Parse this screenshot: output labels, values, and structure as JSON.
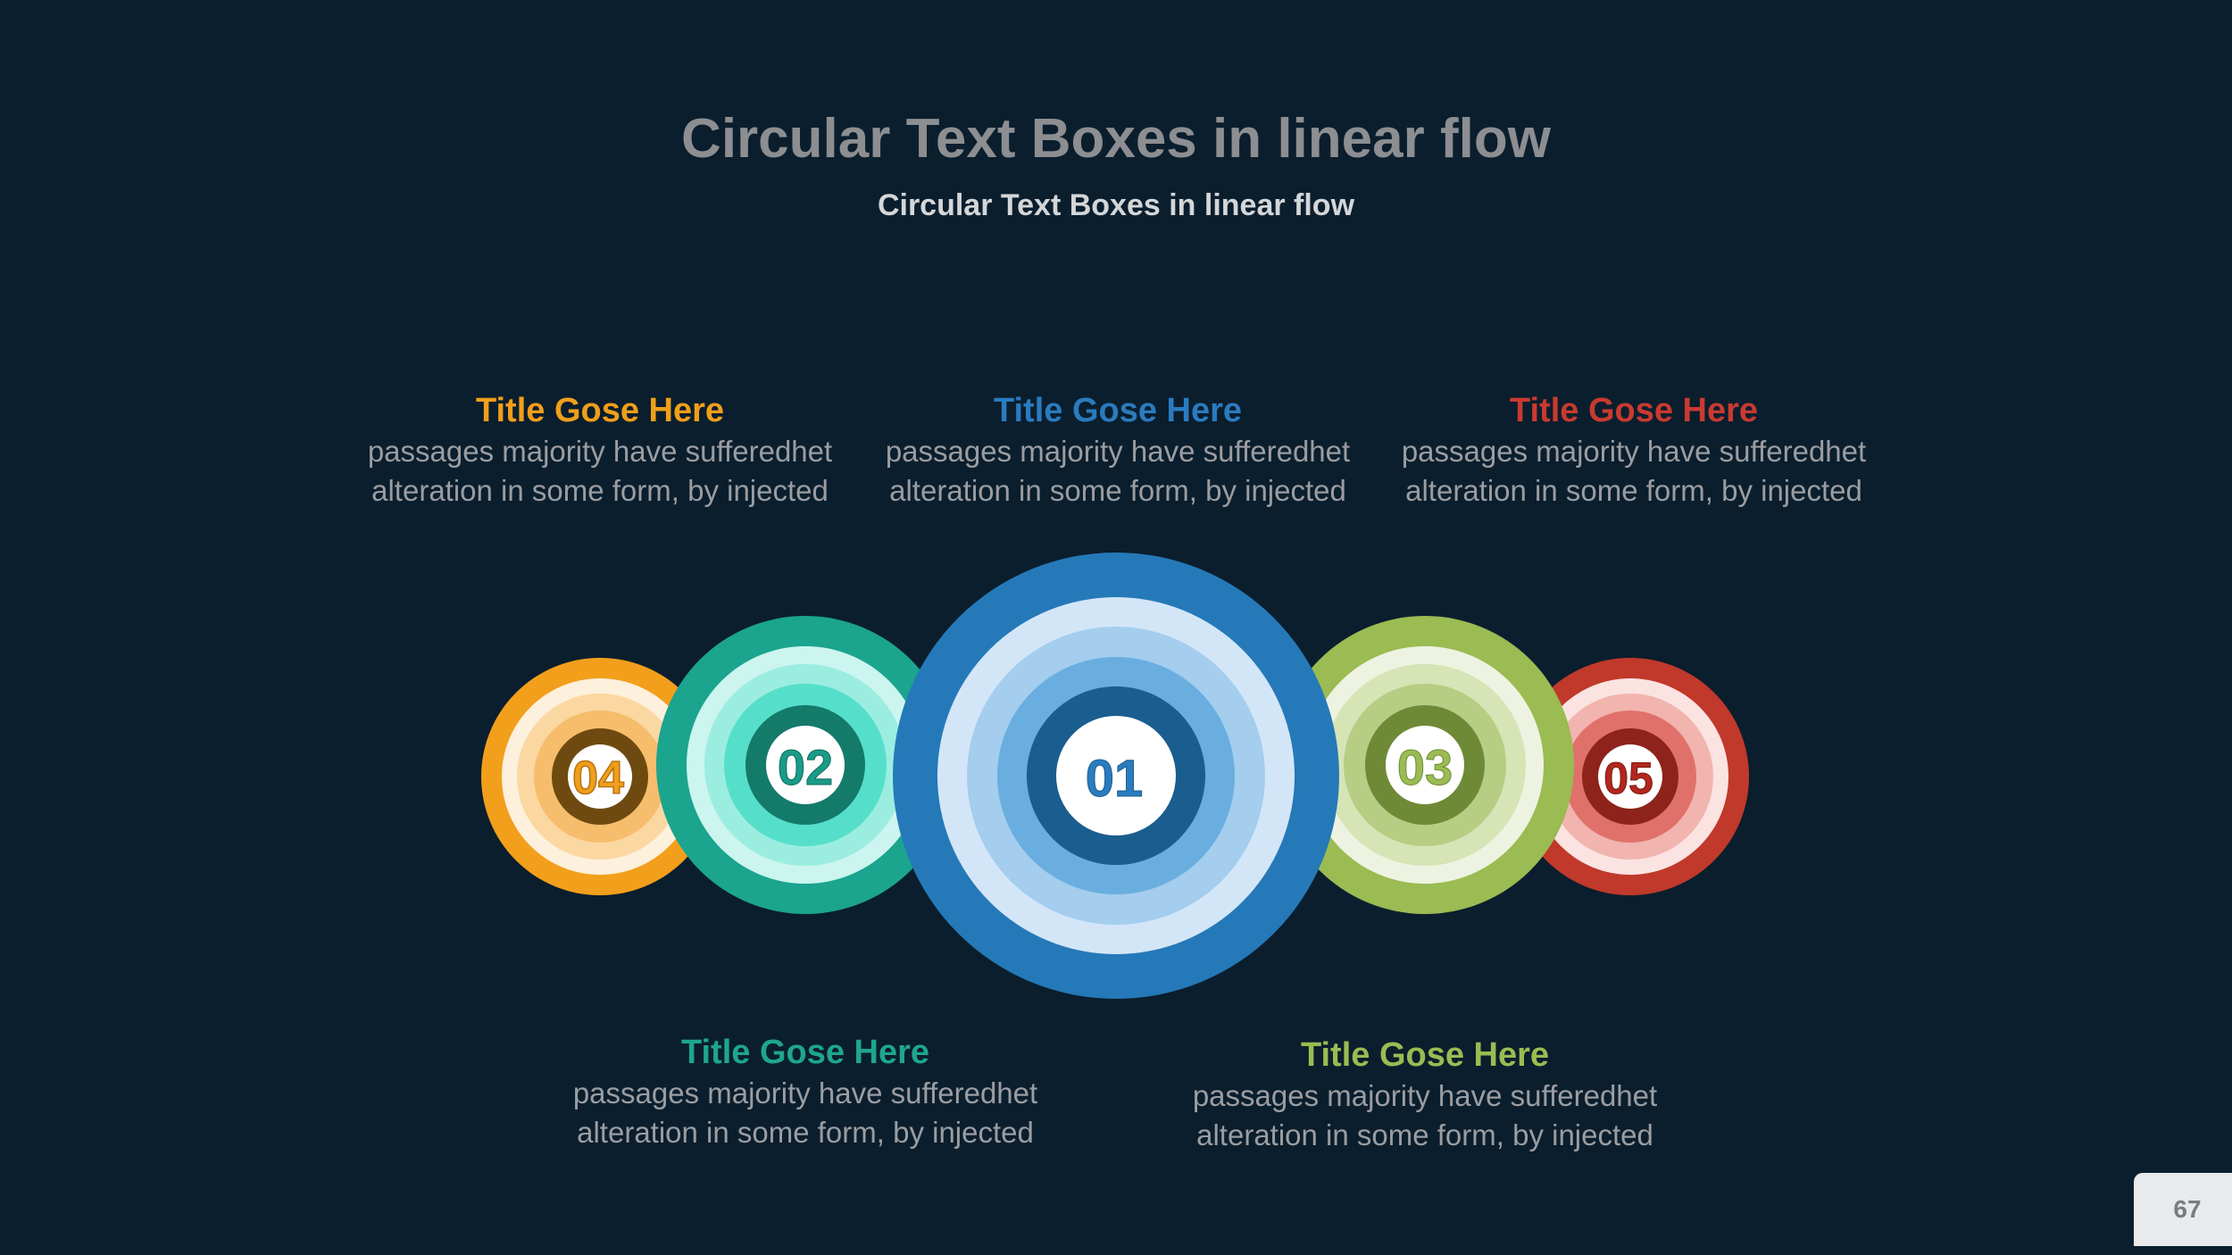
{
  "slide": {
    "title": "Circular Text Boxes in linear flow",
    "subtitle": "Circular Text Boxes in linear flow",
    "page_number": "67"
  },
  "items": [
    {
      "number": "01",
      "title": "Title Gose Here",
      "body_line1": "passages majority have sufferedhet",
      "body_line2": "alteration in some form, by injected",
      "color": "#267ebd"
    },
    {
      "number": "02",
      "title": "Title Gose Here",
      "body_line1": "passages majority have sufferedhet",
      "body_line2": "alteration in some form, by injected",
      "color": "#1fa58f"
    },
    {
      "number": "03",
      "title": "Title Gose Here",
      "body_line1": "passages majority have sufferedhet",
      "body_line2": "alteration in some form, by injected",
      "color": "#9bbb53"
    },
    {
      "number": "04",
      "title": "Title Gose Here",
      "body_line1": "passages majority have sufferedhet",
      "body_line2": "alteration in some form, by injected",
      "color": "#f09e1b"
    },
    {
      "number": "05",
      "title": "Title Gose Here",
      "body_line1": "passages majority have sufferedhet",
      "body_line2": "alteration in some form, by injected",
      "color": "#c0392b"
    }
  ]
}
